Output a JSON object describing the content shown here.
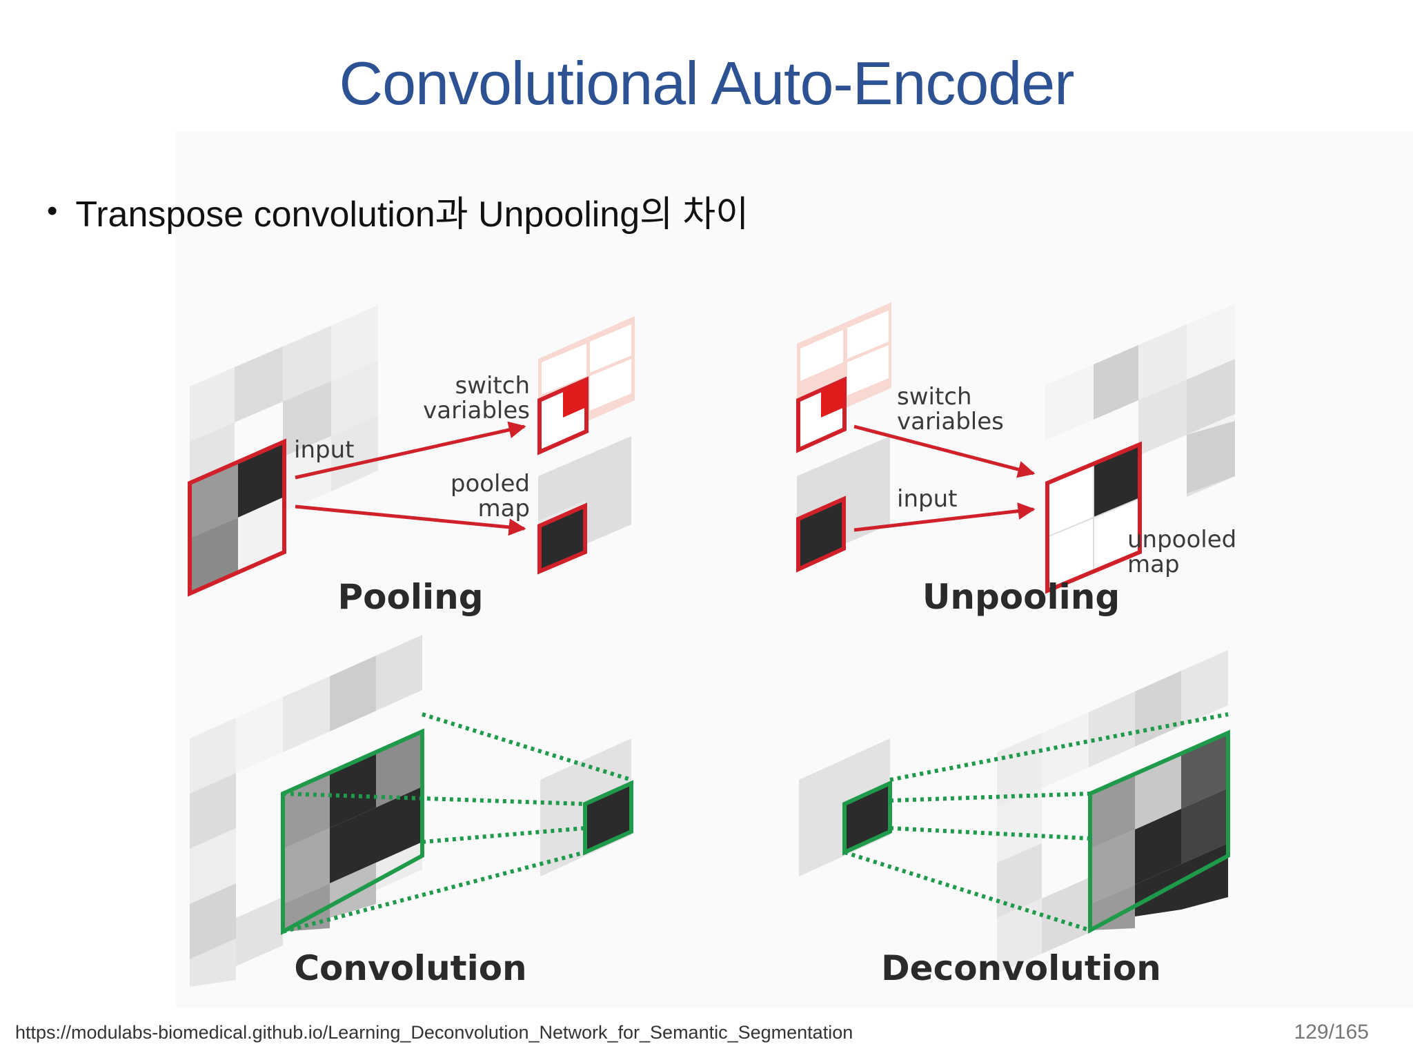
{
  "slide": {
    "title": "Convolutional Auto-Encoder",
    "bullet": "Transpose convolution과 Unpooling의 차이",
    "source": "https://modulabs-biomedical.github.io/Learning_Deconvolution_Network_for_Semantic_Segmentation",
    "page": "129/165"
  },
  "figure": {
    "pooling": {
      "title": "Pooling",
      "input_label": "input",
      "switch_label_1": "switch",
      "switch_label_2": "variables",
      "pooled_label_1": "pooled",
      "pooled_label_2": "map"
    },
    "unpooling": {
      "title": "Unpooling",
      "switch_label_1": "switch",
      "switch_label_2": "variables",
      "input_label": "input",
      "unpooled_label_1": "unpooled",
      "unpooled_label_2": "map"
    },
    "convolution": {
      "title": "Convolution"
    },
    "deconvolution": {
      "title": "Deconvolution"
    }
  },
  "colors": {
    "title": "#2d5294",
    "pooling_accent": "#d0202a",
    "conv_accent": "#1f9a4a",
    "dark_cell": "#2b2b2b"
  }
}
